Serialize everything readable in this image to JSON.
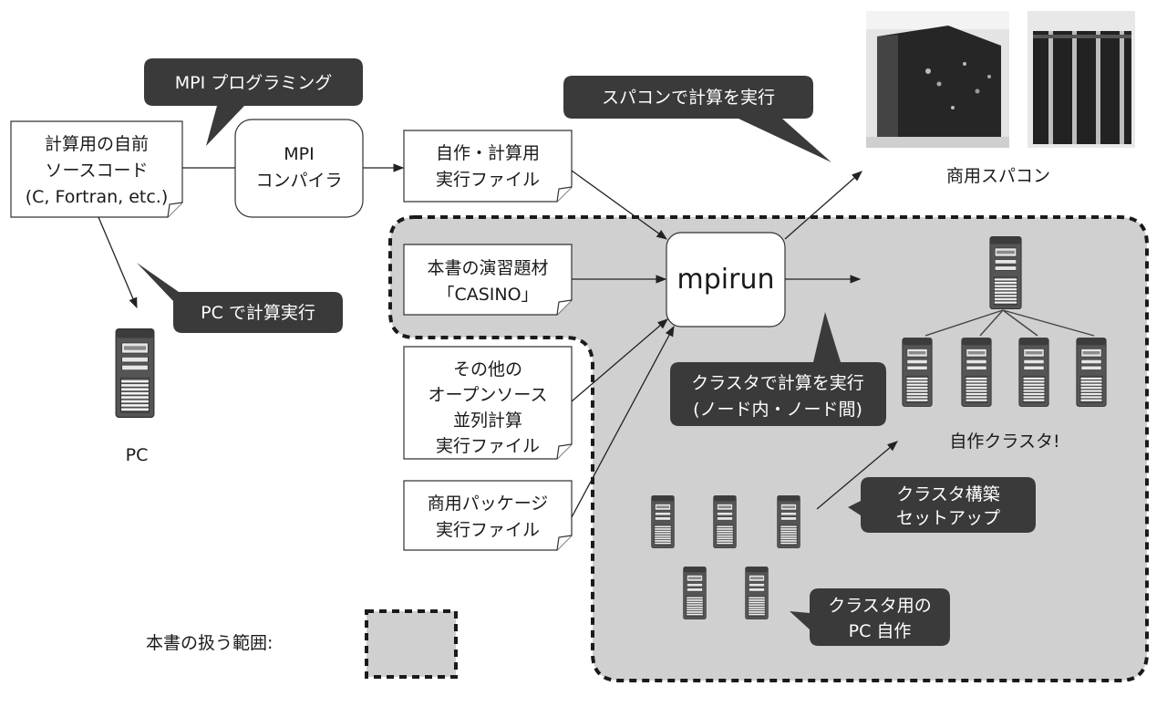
{
  "nodes": {
    "source_code": [
      "計算用の自前",
      "ソースコード",
      "(C, Fortran, etc.)"
    ],
    "mpi_compiler": [
      "MPI",
      "コンパイラ"
    ],
    "own_executable": [
      "自作・計算用",
      "実行ファイル"
    ],
    "exercise_material": [
      "本書の演習題材",
      "「CASINO」"
    ],
    "other_oss": [
      "その他の",
      "オープンソース",
      "並列計算",
      "実行ファイル"
    ],
    "commercial_package": [
      "商用パッケージ",
      "実行ファイル"
    ],
    "mpirun": "mpirun"
  },
  "callouts": {
    "mpi_programming": "MPI プログラミング",
    "run_supercomputer": "スパコンで計算を実行",
    "run_pc": "PC で計算実行",
    "run_cluster": [
      "クラスタで計算を実行",
      "(ノード内・ノード間)"
    ],
    "cluster_setup": [
      "クラスタ構築",
      "セットアップ"
    ],
    "build_pc": [
      "クラスタ用の",
      "PC 自作"
    ]
  },
  "labels": {
    "pc": "PC",
    "commercial_supercomputer": "商用スパコン",
    "own_cluster": "自作クラスタ!",
    "legend_scope": "本書の扱う範囲:"
  },
  "colors": {
    "scope_fill": "#d0d0d0",
    "callout_fill": "#3a3a3a"
  }
}
